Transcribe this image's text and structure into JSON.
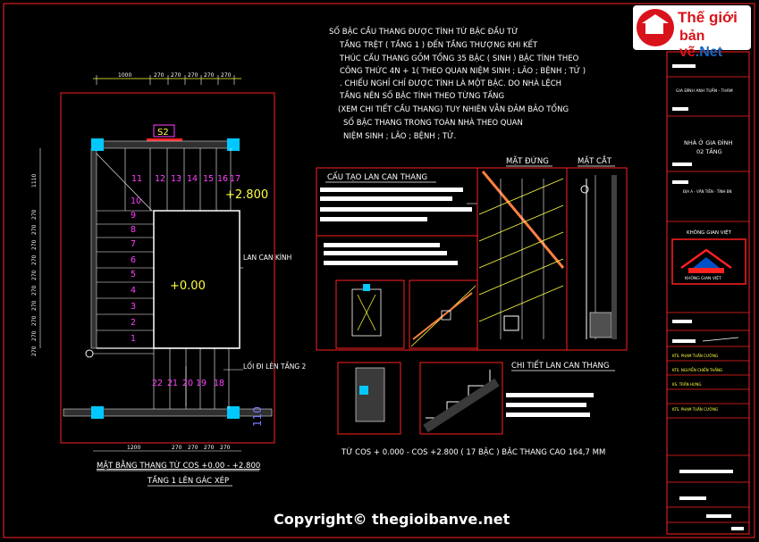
{
  "notes": {
    "lines": [
      "SỐ BẬC CẦU THANG ĐƯỢC TÍNH TỪ BẬC ĐẦU TỪ",
      "TẦNG TRỆT ( TẦNG 1 ) ĐẾN TẦNG THƯỢNG KHI KẾT",
      "THÚC CẦU THANG GỒM TỔNG 35 BẬC ( SINH ) BẬC TÍNH THEO",
      "CÔNG THỨC 4N + 1( THEO QUAN NIỆM SINH ; LÃO ; BỆNH ; TỬ )",
      ". CHIẾU NGHỈ CHỈ ĐƯỢC TÍNH LÀ MỘT BẬC. DO NHÀ LỆCH",
      "TẦNG NÊN SỐ BẬC TÍNH THEO TỪNG TẦNG",
      "(XEM CHI TIẾT CẦU THANG) TUY NHIÊN VẪN ĐẢM BẢO TỔNG",
      "SỐ BẬC THANG TRONG TOÀN NHÀ THEO QUAN",
      "NIỆM SINH ; LÃO ; BỆNH ; TỬ."
    ]
  },
  "plan": {
    "tag": "S2",
    "top_dims": [
      "1000",
      "270",
      "270",
      "270",
      "270",
      "270"
    ],
    "bottom_dims": [
      "1200",
      "270",
      "270",
      "270",
      "270"
    ],
    "left_dims": [
      "1110",
      "270",
      "270",
      "270",
      "270",
      "270",
      "270",
      "270",
      "270",
      "270",
      "270"
    ],
    "steps_top": [
      "11",
      "12",
      "13",
      "14",
      "15",
      "16",
      "17"
    ],
    "steps_left": [
      "10",
      "9",
      "8",
      "7",
      "6",
      "5",
      "4",
      "3",
      "2",
      "1"
    ],
    "steps_bottom": [
      "22",
      "21",
      "20",
      "19",
      "18"
    ],
    "level_top": "+2.800",
    "level_mid": "+0.00",
    "label_glass": "LAN CAN KÍNH",
    "label_exit": "LỐI ĐI LÊN TẦNG 2",
    "side_dim": "110",
    "title1": "MẶT BẰNG THANG TỪ COS +0.00 - +2.800",
    "title2": "TẦNG 1 LÊN GÁC XÉP"
  },
  "details": {
    "rail_title": "CẤU TẠO LAN CAN THANG",
    "elevation": "MẶT ĐỨNG",
    "section": "MẶT CẮT",
    "rail_detail": "CHI TIẾT LAN CAN THANG",
    "summary": "TỪ COS + 0.000 - COS +2.800  ( 17 BẬC ) BẬC THANG CAO 164,7 MM"
  },
  "title_block": {
    "owner": "GIA ĐÌNH ANH TUẤN - THẢM",
    "project": "NHÀ Ở GIA ĐÌNH",
    "floors": "02 TẦNG",
    "address": "ĐỊA A - VĂN TIÊN - TỈNH BN",
    "company": "KHÔNG GIAN VIỆT",
    "staff": [
      "KTS. PHẠM TUẤN CƯỜNG",
      "KTS. NGUYỄN CHIẾN THẮNG",
      "KS. TRẦN HƯNG",
      "KTS. PHẠM TUẤN CƯỜNG"
    ]
  },
  "logo": {
    "line1": "Thế giới",
    "line2a": "bản vẽ",
    "line2b": ".Net"
  },
  "copyright": "Copyright© thegioibanve.net",
  "colors": {
    "border": "#ff2020",
    "dim": "#ffff40",
    "step": "#ff40ff",
    "column": "#00c8ff",
    "white": "#ffffff"
  }
}
